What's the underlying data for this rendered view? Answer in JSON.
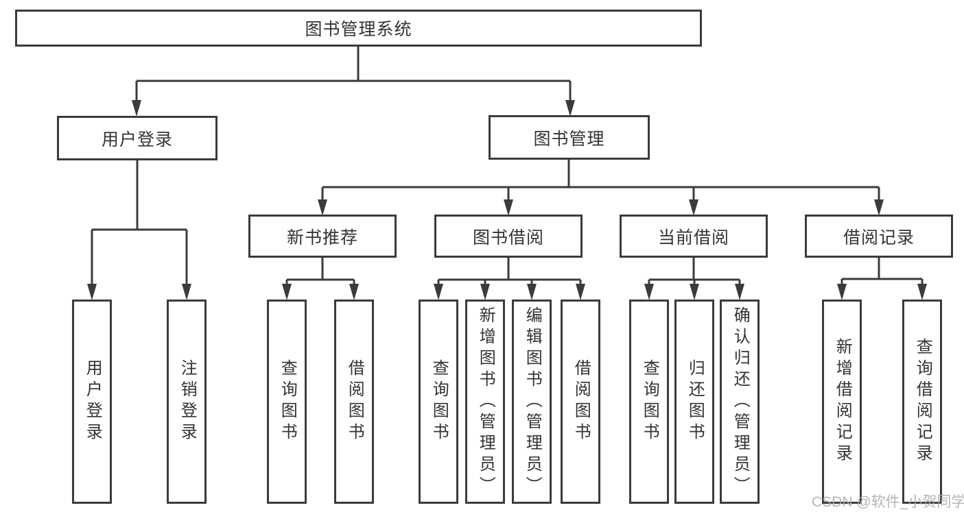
{
  "diagram_title": "图书管理系统",
  "tree": {
    "label": "图书管理系统",
    "children": [
      {
        "label": "用户登录",
        "children": [
          {
            "label": "用户登录"
          },
          {
            "label": "注销登录"
          }
        ]
      },
      {
        "label": "图书管理",
        "children": [
          {
            "label": "新书推荐",
            "children": [
              {
                "label": "查询图书"
              },
              {
                "label": "借阅图书"
              }
            ]
          },
          {
            "label": "图书借阅",
            "children": [
              {
                "label": "查询图书"
              },
              {
                "label": "新增图书（管理员）"
              },
              {
                "label": "编辑图书（管理员）"
              },
              {
                "label": "借阅图书"
              }
            ]
          },
          {
            "label": "当前借阅",
            "children": [
              {
                "label": "查询图书"
              },
              {
                "label": "归还图书"
              },
              {
                "label": "确认归还（管理员）"
              }
            ]
          },
          {
            "label": "借阅记录",
            "children": [
              {
                "label": "新增借阅记录"
              },
              {
                "label": "查询借阅记录"
              }
            ]
          }
        ]
      }
    ]
  },
  "watermark": "CSDN @软件_小贺同学",
  "colors": {
    "line": "#3b3b3b",
    "text": "#333333",
    "watermark": "#ababab",
    "background": "#ffffff"
  }
}
